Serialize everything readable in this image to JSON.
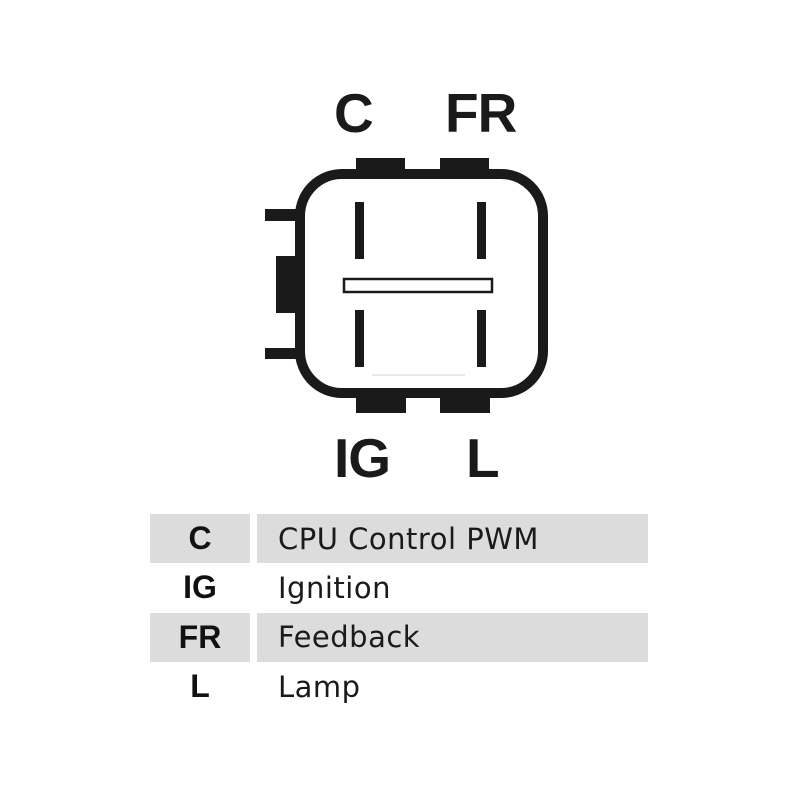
{
  "diagram": {
    "type": "alternator-connector-pinout",
    "colors": {
      "stroke": "#1a1a1a",
      "background": "#ffffff",
      "row_shade": "#dcdcdc"
    },
    "pin_labels": {
      "top_left": "C",
      "top_right": "FR",
      "bottom_left": "IG",
      "bottom_right": "L"
    }
  },
  "legend": {
    "rows": [
      {
        "code": "C",
        "description": "CPU Control PWM",
        "shaded": true
      },
      {
        "code": "IG",
        "description": "Ignition",
        "shaded": false
      },
      {
        "code": "FR",
        "description": "Feedback",
        "shaded": true
      },
      {
        "code": "L",
        "description": "Lamp",
        "shaded": false
      }
    ]
  }
}
